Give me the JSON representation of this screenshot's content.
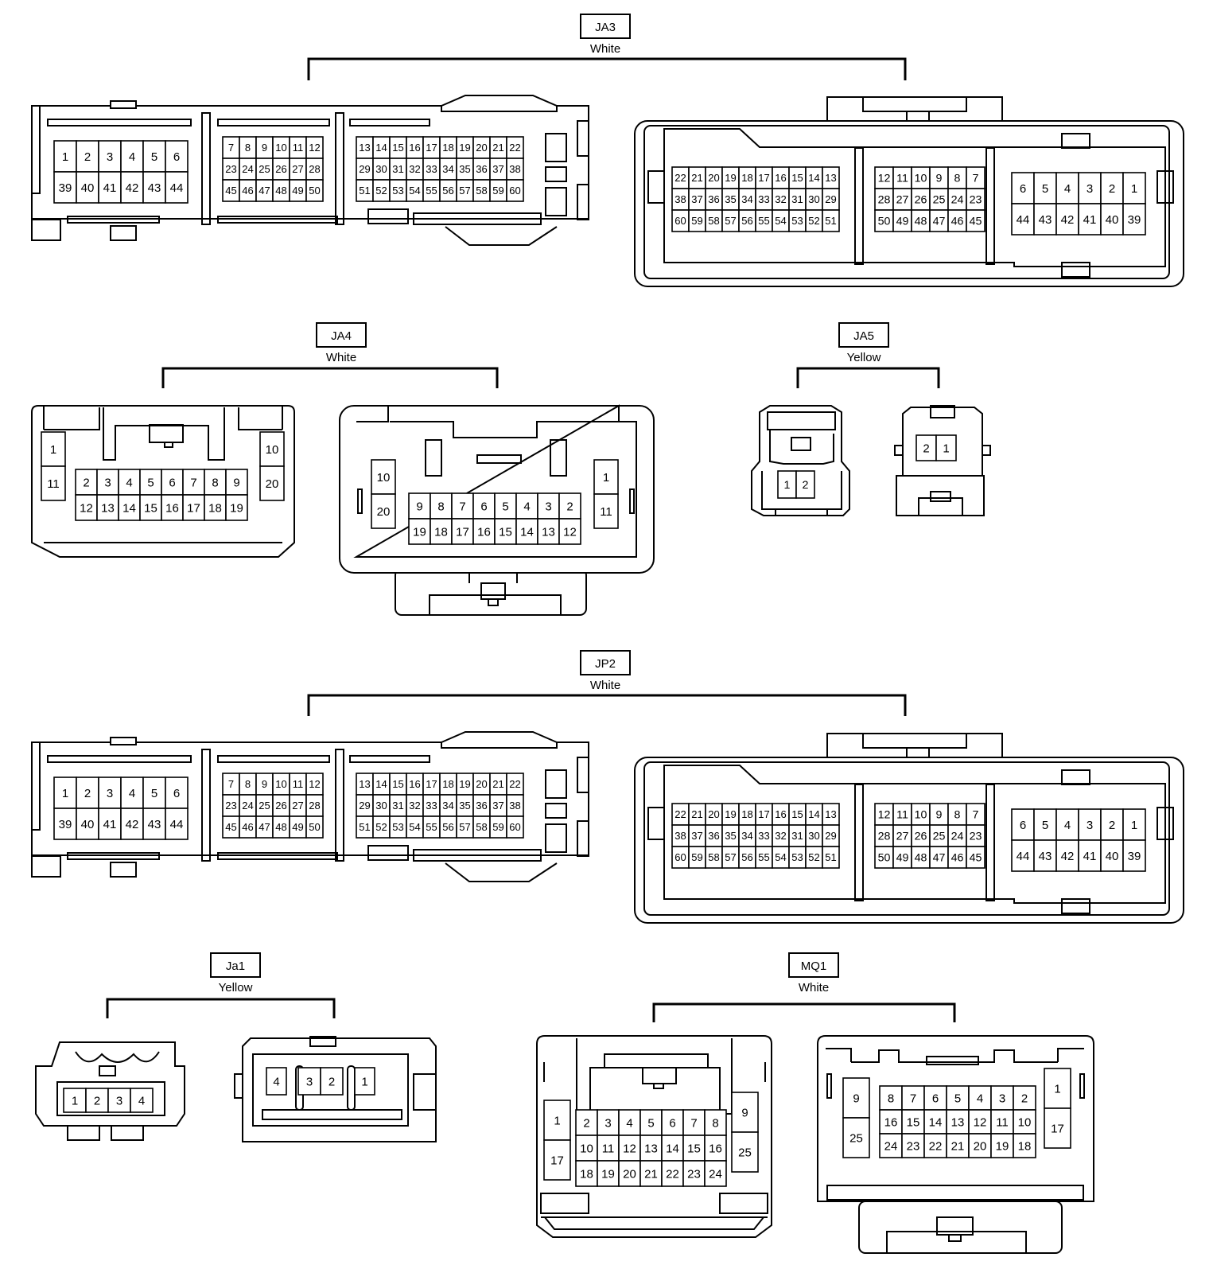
{
  "connectors": [
    {
      "id": "ja3",
      "code": "JA3",
      "color": "White",
      "grids": [
        {
          "rows": [
            [
              "1",
              "2",
              "3",
              "4",
              "5",
              "6"
            ],
            [
              "39",
              "40",
              "41",
              "42",
              "43",
              "44"
            ]
          ]
        },
        {
          "rows": [
            [
              "7",
              "8",
              "9",
              "10",
              "11",
              "12"
            ],
            [
              "23",
              "24",
              "25",
              "26",
              "27",
              "28"
            ],
            [
              "45",
              "46",
              "47",
              "48",
              "49",
              "50"
            ]
          ]
        },
        {
          "rows": [
            [
              "13",
              "14",
              "15",
              "16",
              "17",
              "18",
              "19",
              "20",
              "21",
              "22"
            ],
            [
              "29",
              "30",
              "31",
              "32",
              "33",
              "34",
              "35",
              "36",
              "37",
              "38"
            ],
            [
              "51",
              "52",
              "53",
              "54",
              "55",
              "56",
              "57",
              "58",
              "59",
              "60"
            ]
          ]
        },
        {
          "rows": [
            [
              "22",
              "21",
              "20",
              "19",
              "18",
              "17",
              "16",
              "15",
              "14",
              "13"
            ],
            [
              "38",
              "37",
              "36",
              "35",
              "34",
              "33",
              "32",
              "31",
              "30",
              "29"
            ],
            [
              "60",
              "59",
              "58",
              "57",
              "56",
              "55",
              "54",
              "53",
              "52",
              "51"
            ]
          ]
        },
        {
          "rows": [
            [
              "12",
              "11",
              "10",
              "9",
              "8",
              "7"
            ],
            [
              "28",
              "27",
              "26",
              "25",
              "24",
              "23"
            ],
            [
              "50",
              "49",
              "48",
              "47",
              "46",
              "45"
            ]
          ]
        },
        {
          "rows": [
            [
              "6",
              "5",
              "4",
              "3",
              "2",
              "1"
            ],
            [
              "44",
              "43",
              "42",
              "41",
              "40",
              "39"
            ]
          ]
        }
      ]
    },
    {
      "id": "ja4",
      "code": "JA4",
      "color": "White",
      "grids": [
        {
          "rows": [
            [
              "1"
            ],
            [
              "11"
            ]
          ]
        },
        {
          "rows": [
            [
              "2",
              "3",
              "4",
              "5",
              "6",
              "7",
              "8",
              "9"
            ],
            [
              "12",
              "13",
              "14",
              "15",
              "16",
              "17",
              "18",
              "19"
            ]
          ]
        },
        {
          "rows": [
            [
              "10"
            ],
            [
              "20"
            ]
          ]
        },
        {
          "rows": [
            [
              "10"
            ],
            [
              "20"
            ]
          ]
        },
        {
          "rows": [
            [
              "9",
              "8",
              "7",
              "6",
              "5",
              "4",
              "3",
              "2"
            ],
            [
              "19",
              "18",
              "17",
              "16",
              "15",
              "14",
              "13",
              "12"
            ]
          ]
        },
        {
          "rows": [
            [
              "1"
            ],
            [
              "11"
            ]
          ]
        }
      ]
    },
    {
      "id": "ja5",
      "code": "JA5",
      "color": "Yellow",
      "grids": [
        {
          "rows": [
            [
              "1",
              "2"
            ]
          ]
        },
        {
          "rows": [
            [
              "2",
              "1"
            ]
          ]
        }
      ]
    },
    {
      "id": "jp2",
      "code": "JP2",
      "color": "White",
      "grids": [
        {
          "rows": [
            [
              "1",
              "2",
              "3",
              "4",
              "5",
              "6"
            ],
            [
              "39",
              "40",
              "41",
              "42",
              "43",
              "44"
            ]
          ]
        },
        {
          "rows": [
            [
              "7",
              "8",
              "9",
              "10",
              "11",
              "12"
            ],
            [
              "23",
              "24",
              "25",
              "26",
              "27",
              "28"
            ],
            [
              "45",
              "46",
              "47",
              "48",
              "49",
              "50"
            ]
          ]
        },
        {
          "rows": [
            [
              "13",
              "14",
              "15",
              "16",
              "17",
              "18",
              "19",
              "20",
              "21",
              "22"
            ],
            [
              "29",
              "30",
              "31",
              "32",
              "33",
              "34",
              "35",
              "36",
              "37",
              "38"
            ],
            [
              "51",
              "52",
              "53",
              "54",
              "55",
              "56",
              "57",
              "58",
              "59",
              "60"
            ]
          ]
        },
        {
          "rows": [
            [
              "22",
              "21",
              "20",
              "19",
              "18",
              "17",
              "16",
              "15",
              "14",
              "13"
            ],
            [
              "38",
              "37",
              "36",
              "35",
              "34",
              "33",
              "32",
              "31",
              "30",
              "29"
            ],
            [
              "60",
              "59",
              "58",
              "57",
              "56",
              "55",
              "54",
              "53",
              "52",
              "51"
            ]
          ]
        },
        {
          "rows": [
            [
              "12",
              "11",
              "10",
              "9",
              "8",
              "7"
            ],
            [
              "28",
              "27",
              "26",
              "25",
              "24",
              "23"
            ],
            [
              "50",
              "49",
              "48",
              "47",
              "46",
              "45"
            ]
          ]
        },
        {
          "rows": [
            [
              "6",
              "5",
              "4",
              "3",
              "2",
              "1"
            ],
            [
              "44",
              "43",
              "42",
              "41",
              "40",
              "39"
            ]
          ]
        }
      ]
    },
    {
      "id": "ja1",
      "code": "Ja1",
      "color": "Yellow",
      "grids": [
        {
          "rows": [
            [
              "1",
              "2",
              "3",
              "4"
            ]
          ]
        },
        {
          "rows": [
            [
              "4"
            ]
          ]
        },
        {
          "rows": [
            [
              "3",
              "2"
            ]
          ]
        },
        {
          "rows": [
            [
              "1"
            ]
          ]
        }
      ]
    },
    {
      "id": "mq1",
      "code": "MQ1",
      "color": "White",
      "grids": [
        {
          "rows": [
            [
              "1"
            ],
            [
              "17"
            ]
          ]
        },
        {
          "rows": [
            [
              "2",
              "3",
              "4",
              "5",
              "6",
              "7",
              "8"
            ],
            [
              "10",
              "11",
              "12",
              "13",
              "14",
              "15",
              "16"
            ],
            [
              "18",
              "19",
              "20",
              "21",
              "22",
              "23",
              "24"
            ]
          ]
        },
        {
          "rows": [
            [
              "9"
            ],
            [
              "25"
            ]
          ]
        },
        {
          "rows": [
            [
              "9"
            ],
            [
              "25"
            ]
          ]
        },
        {
          "rows": [
            [
              "8",
              "7",
              "6",
              "5",
              "4",
              "3",
              "2"
            ],
            [
              "16",
              "15",
              "14",
              "13",
              "12",
              "11",
              "10"
            ],
            [
              "24",
              "23",
              "22",
              "21",
              "20",
              "19",
              "18"
            ]
          ]
        },
        {
          "rows": [
            [
              "1"
            ],
            [
              "17"
            ]
          ]
        }
      ]
    }
  ]
}
